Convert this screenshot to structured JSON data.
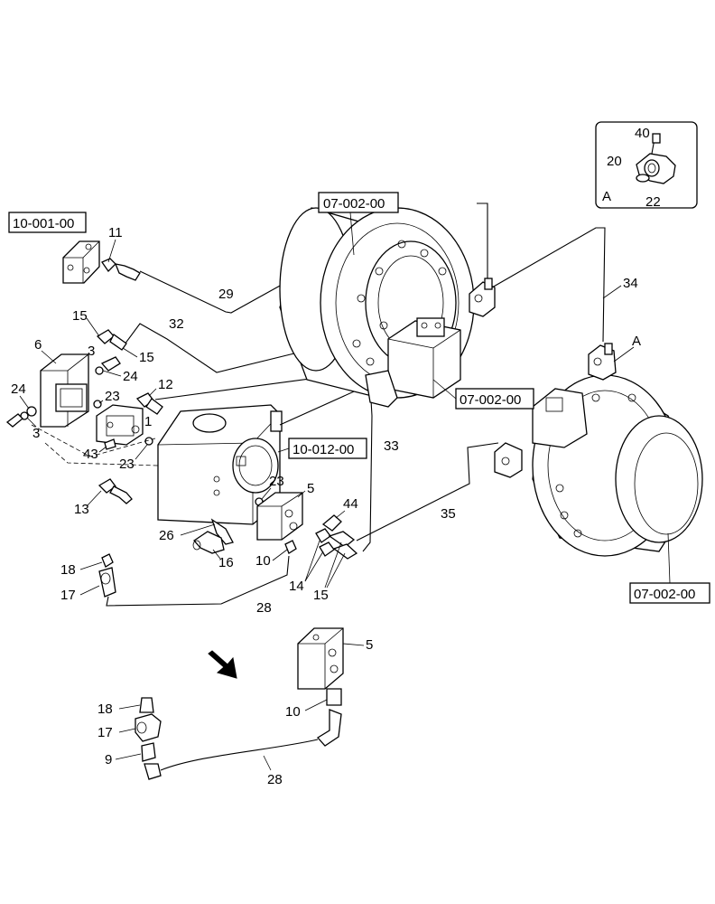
{
  "refs": {
    "r1": "10-001-00",
    "r2": "07-002-00",
    "r3": "07-002-00",
    "r4": "10-012-00",
    "r5": "07-002-00"
  },
  "labels": {
    "n40": "40",
    "n20": "20",
    "nA1": "A",
    "n22": "22",
    "n11": "11",
    "n29": "29",
    "n15a": "15",
    "n32": "32",
    "n6": "6",
    "n3a": "3",
    "n15b": "15",
    "n24a": "24",
    "n12": "12",
    "n24b": "24",
    "n23a": "23",
    "n3b": "3",
    "n1": "1",
    "n43": "43",
    "n23b": "23",
    "n33": "33",
    "n23c": "23",
    "n5a": "5",
    "n13": "13",
    "n26": "26",
    "n44": "44",
    "n16": "16",
    "n10a": "10",
    "n18a": "18",
    "n17a": "17",
    "n14": "14",
    "n15c": "15",
    "n28a": "28",
    "n35": "35",
    "n34": "34",
    "nA2": "A",
    "n5b": "5",
    "n18b": "18",
    "n10b": "10",
    "n17b": "17",
    "n9": "9",
    "n28b": "28"
  }
}
